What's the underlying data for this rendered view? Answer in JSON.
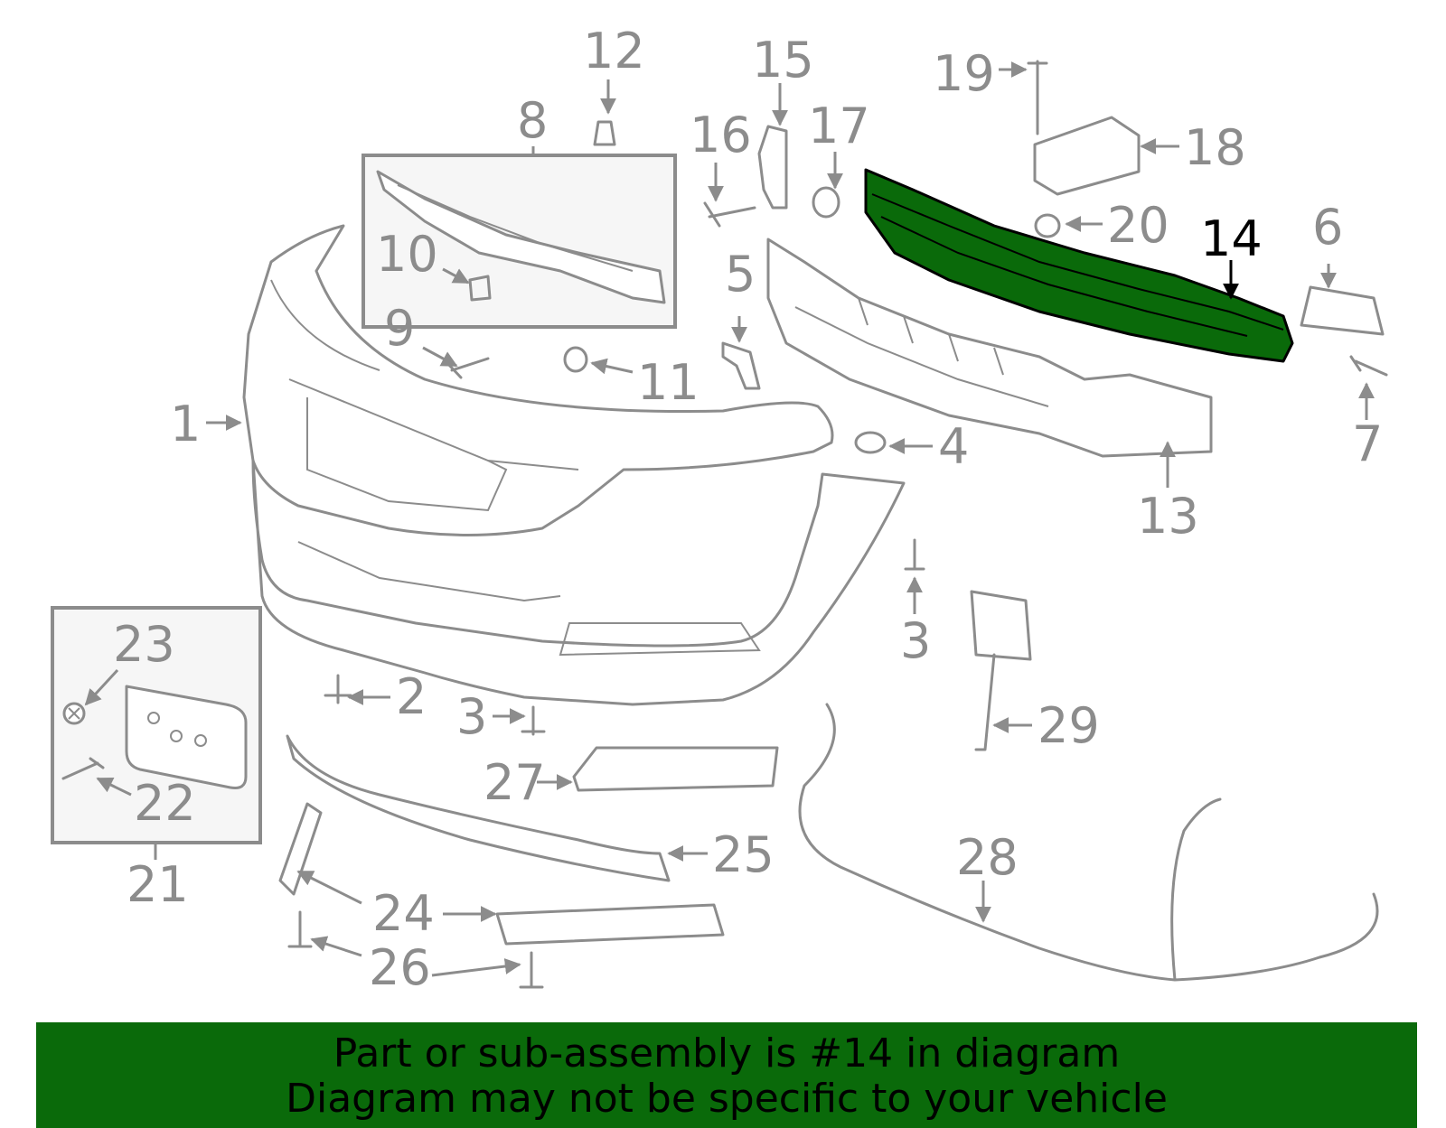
{
  "diagram": {
    "highlight_color": "#0a6a0a",
    "callout_color": "#8c8c8c",
    "callouts": [
      "1",
      "2",
      "3",
      "3",
      "4",
      "5",
      "6",
      "7",
      "8",
      "9",
      "10",
      "11",
      "12",
      "13",
      "14",
      "15",
      "16",
      "17",
      "18",
      "19",
      "20",
      "21",
      "22",
      "23",
      "24",
      "25",
      "26",
      "27",
      "28",
      "29"
    ],
    "highlighted_part": "14"
  },
  "banner": {
    "line1": "Part or sub-assembly is #14 in diagram",
    "line2": "Diagram may not be specific to your vehicle",
    "background": "#0a6a0a"
  }
}
